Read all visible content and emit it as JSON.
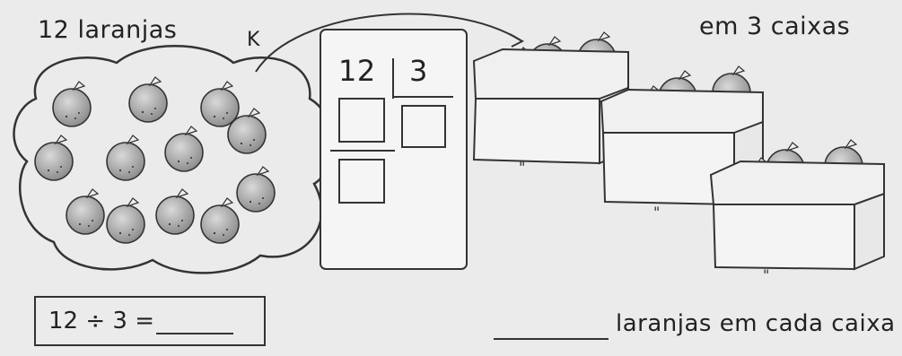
{
  "labels": {
    "oranges_count": "12 laranjas",
    "boxes_count": "em 3 caixas",
    "mark": "K",
    "answer_suffix": "laranjas em cada caixa"
  },
  "division": {
    "dividend": "12",
    "divisor": "3"
  },
  "equation": {
    "text": "12 ÷ 3 ="
  },
  "icons": {
    "orange": "orange-fruit-icon",
    "box": "crate-icon"
  }
}
